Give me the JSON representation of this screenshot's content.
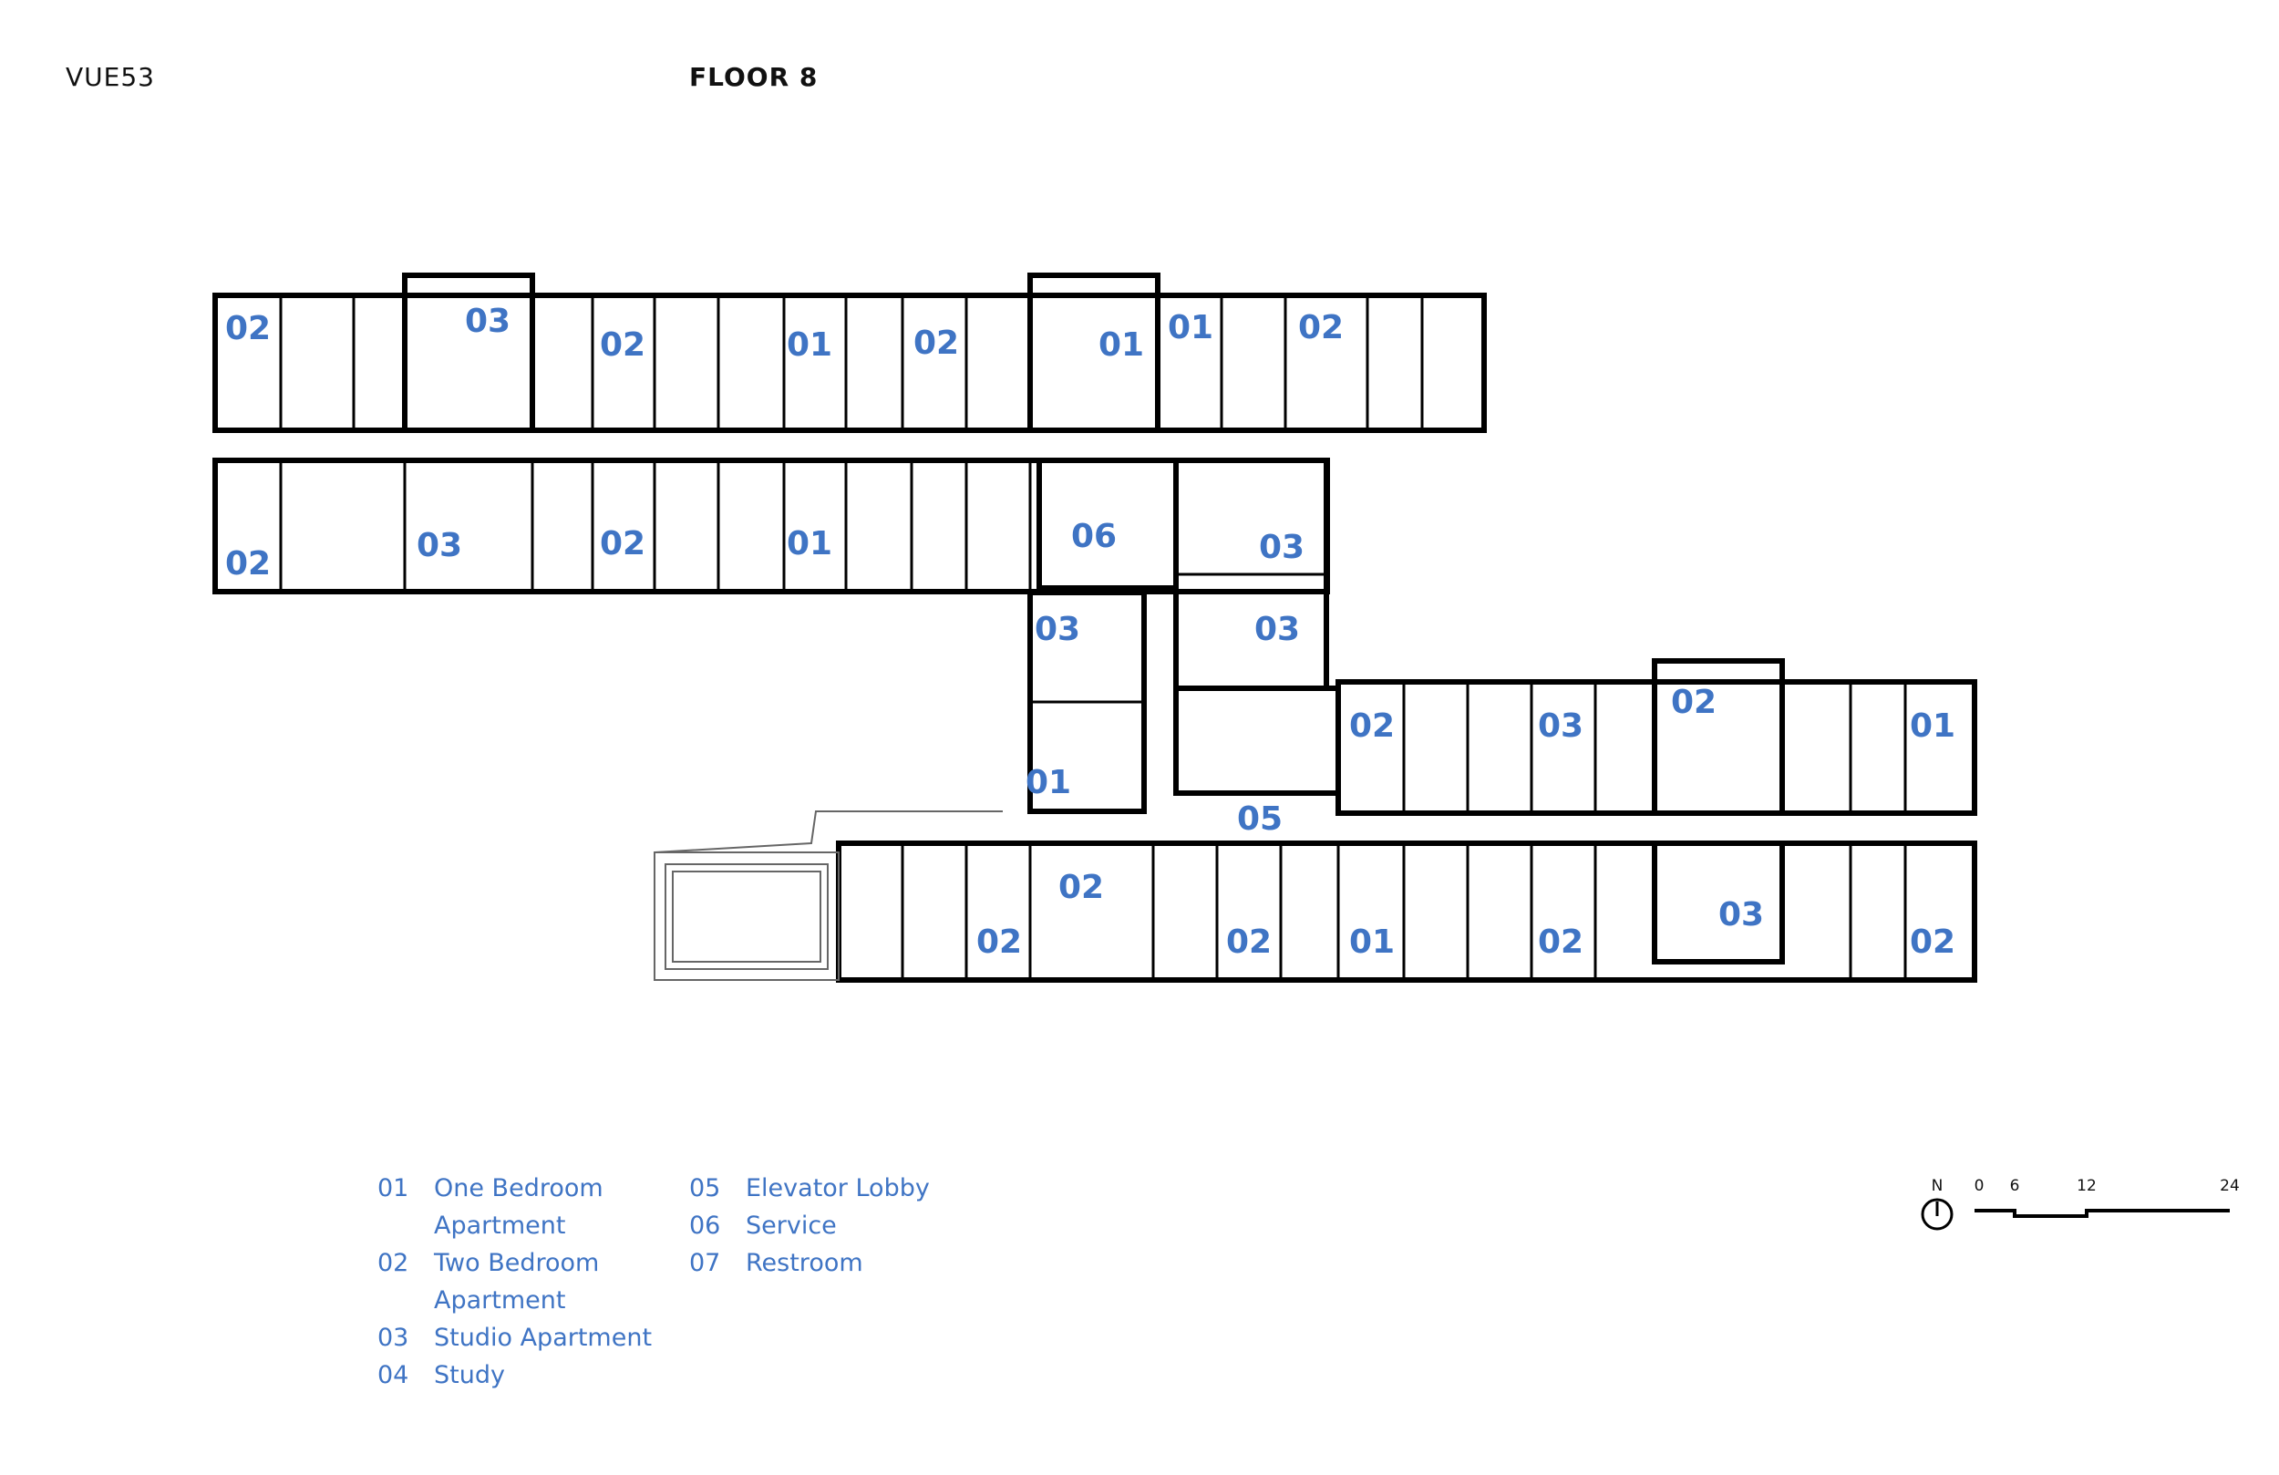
{
  "header": {
    "project": "VUE53",
    "floor": "FLOOR 8"
  },
  "plan": {
    "unit_labels": [
      "02",
      "03",
      "02",
      "01",
      "02",
      "01",
      "01",
      "02",
      "02",
      "03",
      "02",
      "01",
      "06",
      "03",
      "03",
      "03",
      "01",
      "02",
      "03",
      "02",
      "01",
      "05",
      "02",
      "02",
      "02",
      "01",
      "02",
      "03",
      "02"
    ]
  },
  "legend": {
    "items": [
      {
        "code": "01",
        "label": "One Bedroom",
        "label2": "Apartment"
      },
      {
        "code": "02",
        "label": "Two Bedroom",
        "label2": "Apartment"
      },
      {
        "code": "03",
        "label": "Studio Apartment"
      },
      {
        "code": "04",
        "label": "Study"
      },
      {
        "code": "05",
        "label": "Elevator Lobby"
      },
      {
        "code": "06",
        "label": "Service"
      },
      {
        "code": "07",
        "label": "Restroom"
      }
    ]
  },
  "scale_bar": {
    "north": "N",
    "ticks": [
      "0",
      "6",
      "12",
      "24"
    ]
  },
  "colors": {
    "label_blue": "#3f74c4",
    "wall": "#000000"
  }
}
